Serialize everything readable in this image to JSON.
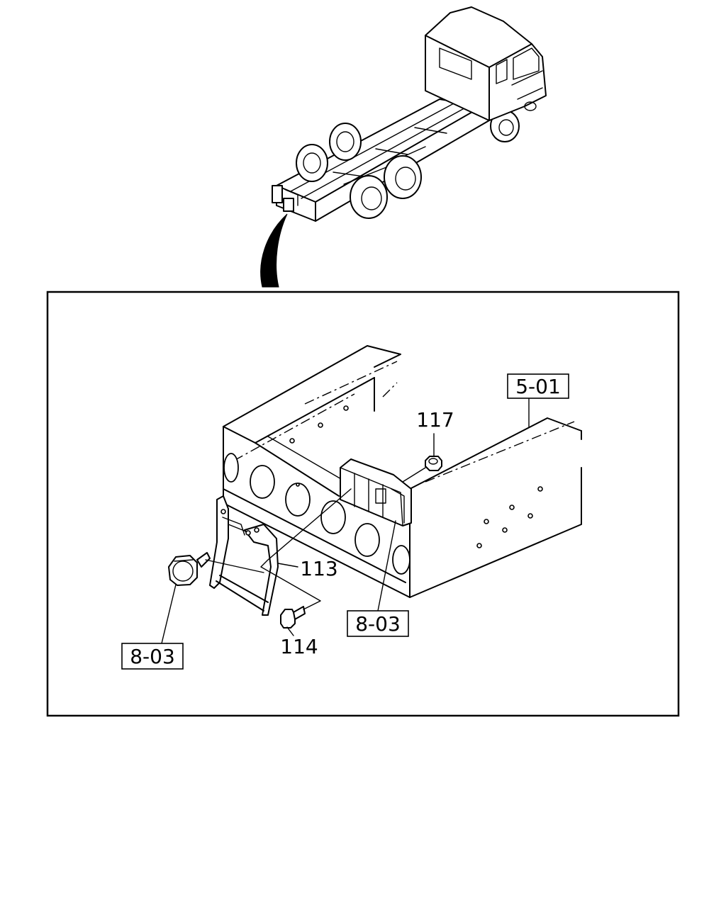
{
  "callouts": {
    "ref_frame": "5-01",
    "ref_lamp_main": "8-03",
    "ref_lamp_side": "8-03",
    "part_nut": "117",
    "part_bracket": "113",
    "part_bolt": "114"
  }
}
